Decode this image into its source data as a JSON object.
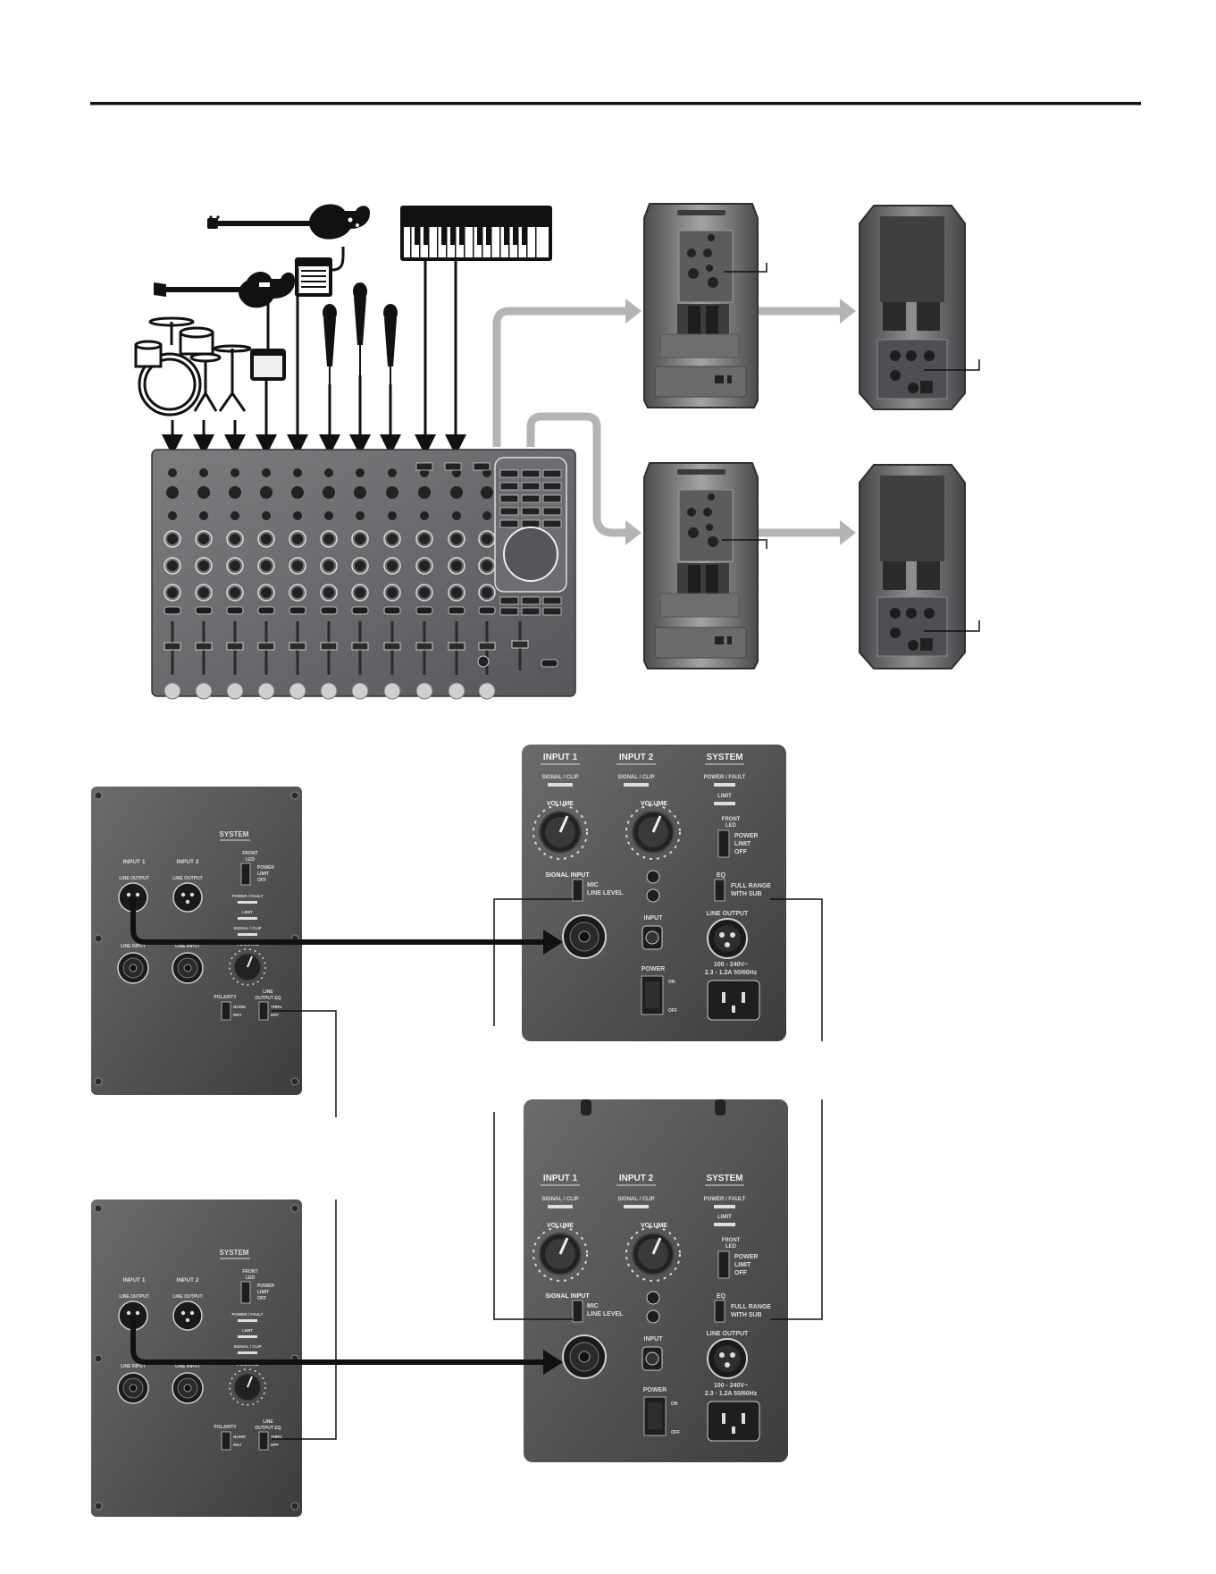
{
  "diagram": {
    "figure": "Live band with two powered loudspeakers and two subwoofers",
    "colors": {
      "panel": "#58595b",
      "panel_edge": "#3a3b3d",
      "connection_gray": "#b4b4b4",
      "connection_black": "#111111",
      "rule": "#111111"
    },
    "speaker_panel": {
      "input1": "INPUT 1",
      "input2": "INPUT 2",
      "system": "SYSTEM",
      "signal_clip": "SIGNAL / CLIP",
      "power_fault": "POWER / FAULT",
      "limit": "LIMIT",
      "front_led": "FRONT",
      "front_led2": "LED",
      "sw_power": "POWER",
      "sw_limit": "LIMIT",
      "sw_off": "OFF",
      "volume": "VOLUME",
      "signal_input": "SIGNAL INPUT",
      "mic": "MIC",
      "line_level": "LINE LEVEL",
      "eq": "EQ",
      "full_range": "FULL RANGE",
      "with_sub": "WITH SUB",
      "input": "INPUT",
      "line_output": "LINE OUTPUT",
      "power": "POWER",
      "on": "ON",
      "off": "OFF",
      "rating1": "100 - 240V~",
      "rating2": "2.3 - 1.2A     50/60Hz"
    },
    "sub_panel": {
      "system": "SYSTEM",
      "input1": "INPUT 1",
      "input2": "INPUT 2",
      "line_output": "LINE OUTPUT",
      "line_input": "LINE INPUT",
      "front_led": "FRONT",
      "front_led2": "LED",
      "sw_power": "POWER",
      "sw_limit": "LIMIT",
      "sw_off": "OFF",
      "power_fault": "POWER / FAULT",
      "limit": "LIMIT",
      "signal_clip": "SIGNAL / CLIP",
      "volume": "VOLUME",
      "polarity": "POLARITY",
      "norm": "NORM",
      "rev": "REV",
      "line_output_eq": "LINE",
      "line_output_eq2": "OUTPUT EQ",
      "thru": "THRU",
      "hpf": "HPF"
    }
  }
}
